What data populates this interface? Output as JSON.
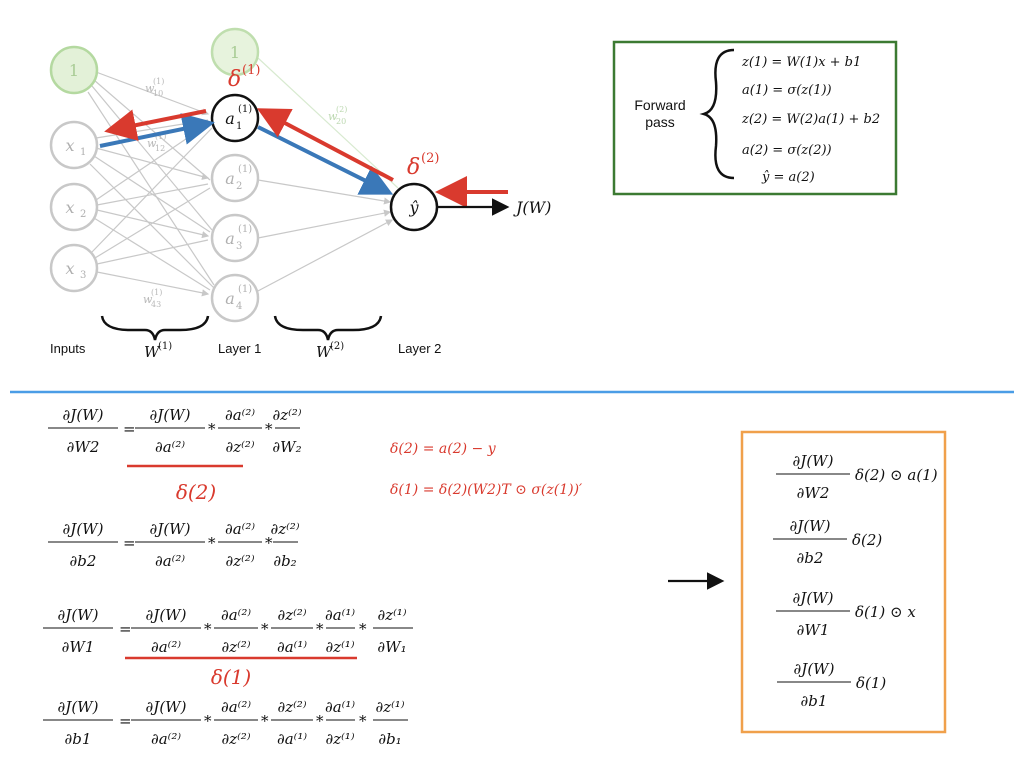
{
  "network": {
    "bias_labels": [
      "1",
      "1"
    ],
    "inputs": [
      "x",
      "x",
      "x"
    ],
    "input_subs": [
      "1",
      "2",
      "3"
    ],
    "hidden_base": "a",
    "hidden_subs": [
      "1",
      "2",
      "3",
      "4"
    ],
    "layer_sup": "(1)",
    "layer2_sup": "(2)",
    "output": "ŷ",
    "cost": "J(W)",
    "weight_labels": {
      "w10": {
        "base": "w",
        "sub": "10",
        "sup": "(1)"
      },
      "w12": {
        "base": "w",
        "sub": "12",
        "sup": "(1)"
      },
      "w20": {
        "base": "w",
        "sub": "20",
        "sup": "(2)"
      },
      "w43": {
        "base": "w",
        "sub": "43",
        "sup": "(1)"
      }
    },
    "delta1": {
      "base": "δ",
      "sup": "(1)"
    },
    "delta2": {
      "base": "δ",
      "sup": "(2)"
    },
    "labels": {
      "inputs": "Inputs",
      "layer1": "Layer 1",
      "layer2": "Layer 2",
      "W1": "W",
      "W1_sup": "(1)",
      "W2": "W",
      "W2_sup": "(2)"
    },
    "colors": {
      "forward": "#3a78b8",
      "backward": "#d93a2e",
      "faded": "#c8c8c8",
      "bias_fill": "#e3f1d8",
      "bias_stroke": "#b4d9a0"
    }
  },
  "forward_pass": {
    "label_line1": "Forward",
    "label_line2": "pass",
    "border_color": "#3c7a32",
    "equations": [
      "z(1) = W(1)x + b1",
      "a(1) = σ(z(1))",
      "z(2) = W(2)a(1) + b2",
      "a(2) = σ(z(2))",
      "ŷ = a(2)"
    ]
  },
  "divider_color": "#4a9de6",
  "deltas": {
    "delta2_def": "δ(2) = a(2) − y",
    "delta1_def": "δ(1) = δ(2)(W2)T ⊙ σ(z(1))′"
  },
  "chain_rules": [
    {
      "lhs_num": "∂J(W)",
      "lhs_den": "∂W2",
      "underline": "δ(2)"
    },
    {
      "lhs_num": "∂J(W)",
      "lhs_den": "∂b2",
      "underline": ""
    },
    {
      "lhs_num": "∂J(W)",
      "lhs_den": "∂W1",
      "underline": "δ(1)"
    },
    {
      "lhs_num": "∂J(W)",
      "lhs_den": "∂b1",
      "underline": ""
    }
  ],
  "result": {
    "border_color": "#f0a04b",
    "gradients": [
      {
        "num": "∂J(W)",
        "den": "∂W2",
        "rhs": "δ(2) ⊙ a(1)"
      },
      {
        "num": "∂J(W)",
        "den": "∂b2",
        "rhs": "δ(2)"
      },
      {
        "num": "∂J(W)",
        "den": "∂W1",
        "rhs": "δ(1) ⊙ x"
      },
      {
        "num": "∂J(W)",
        "den": "∂b1",
        "rhs": "δ(1)"
      }
    ]
  }
}
